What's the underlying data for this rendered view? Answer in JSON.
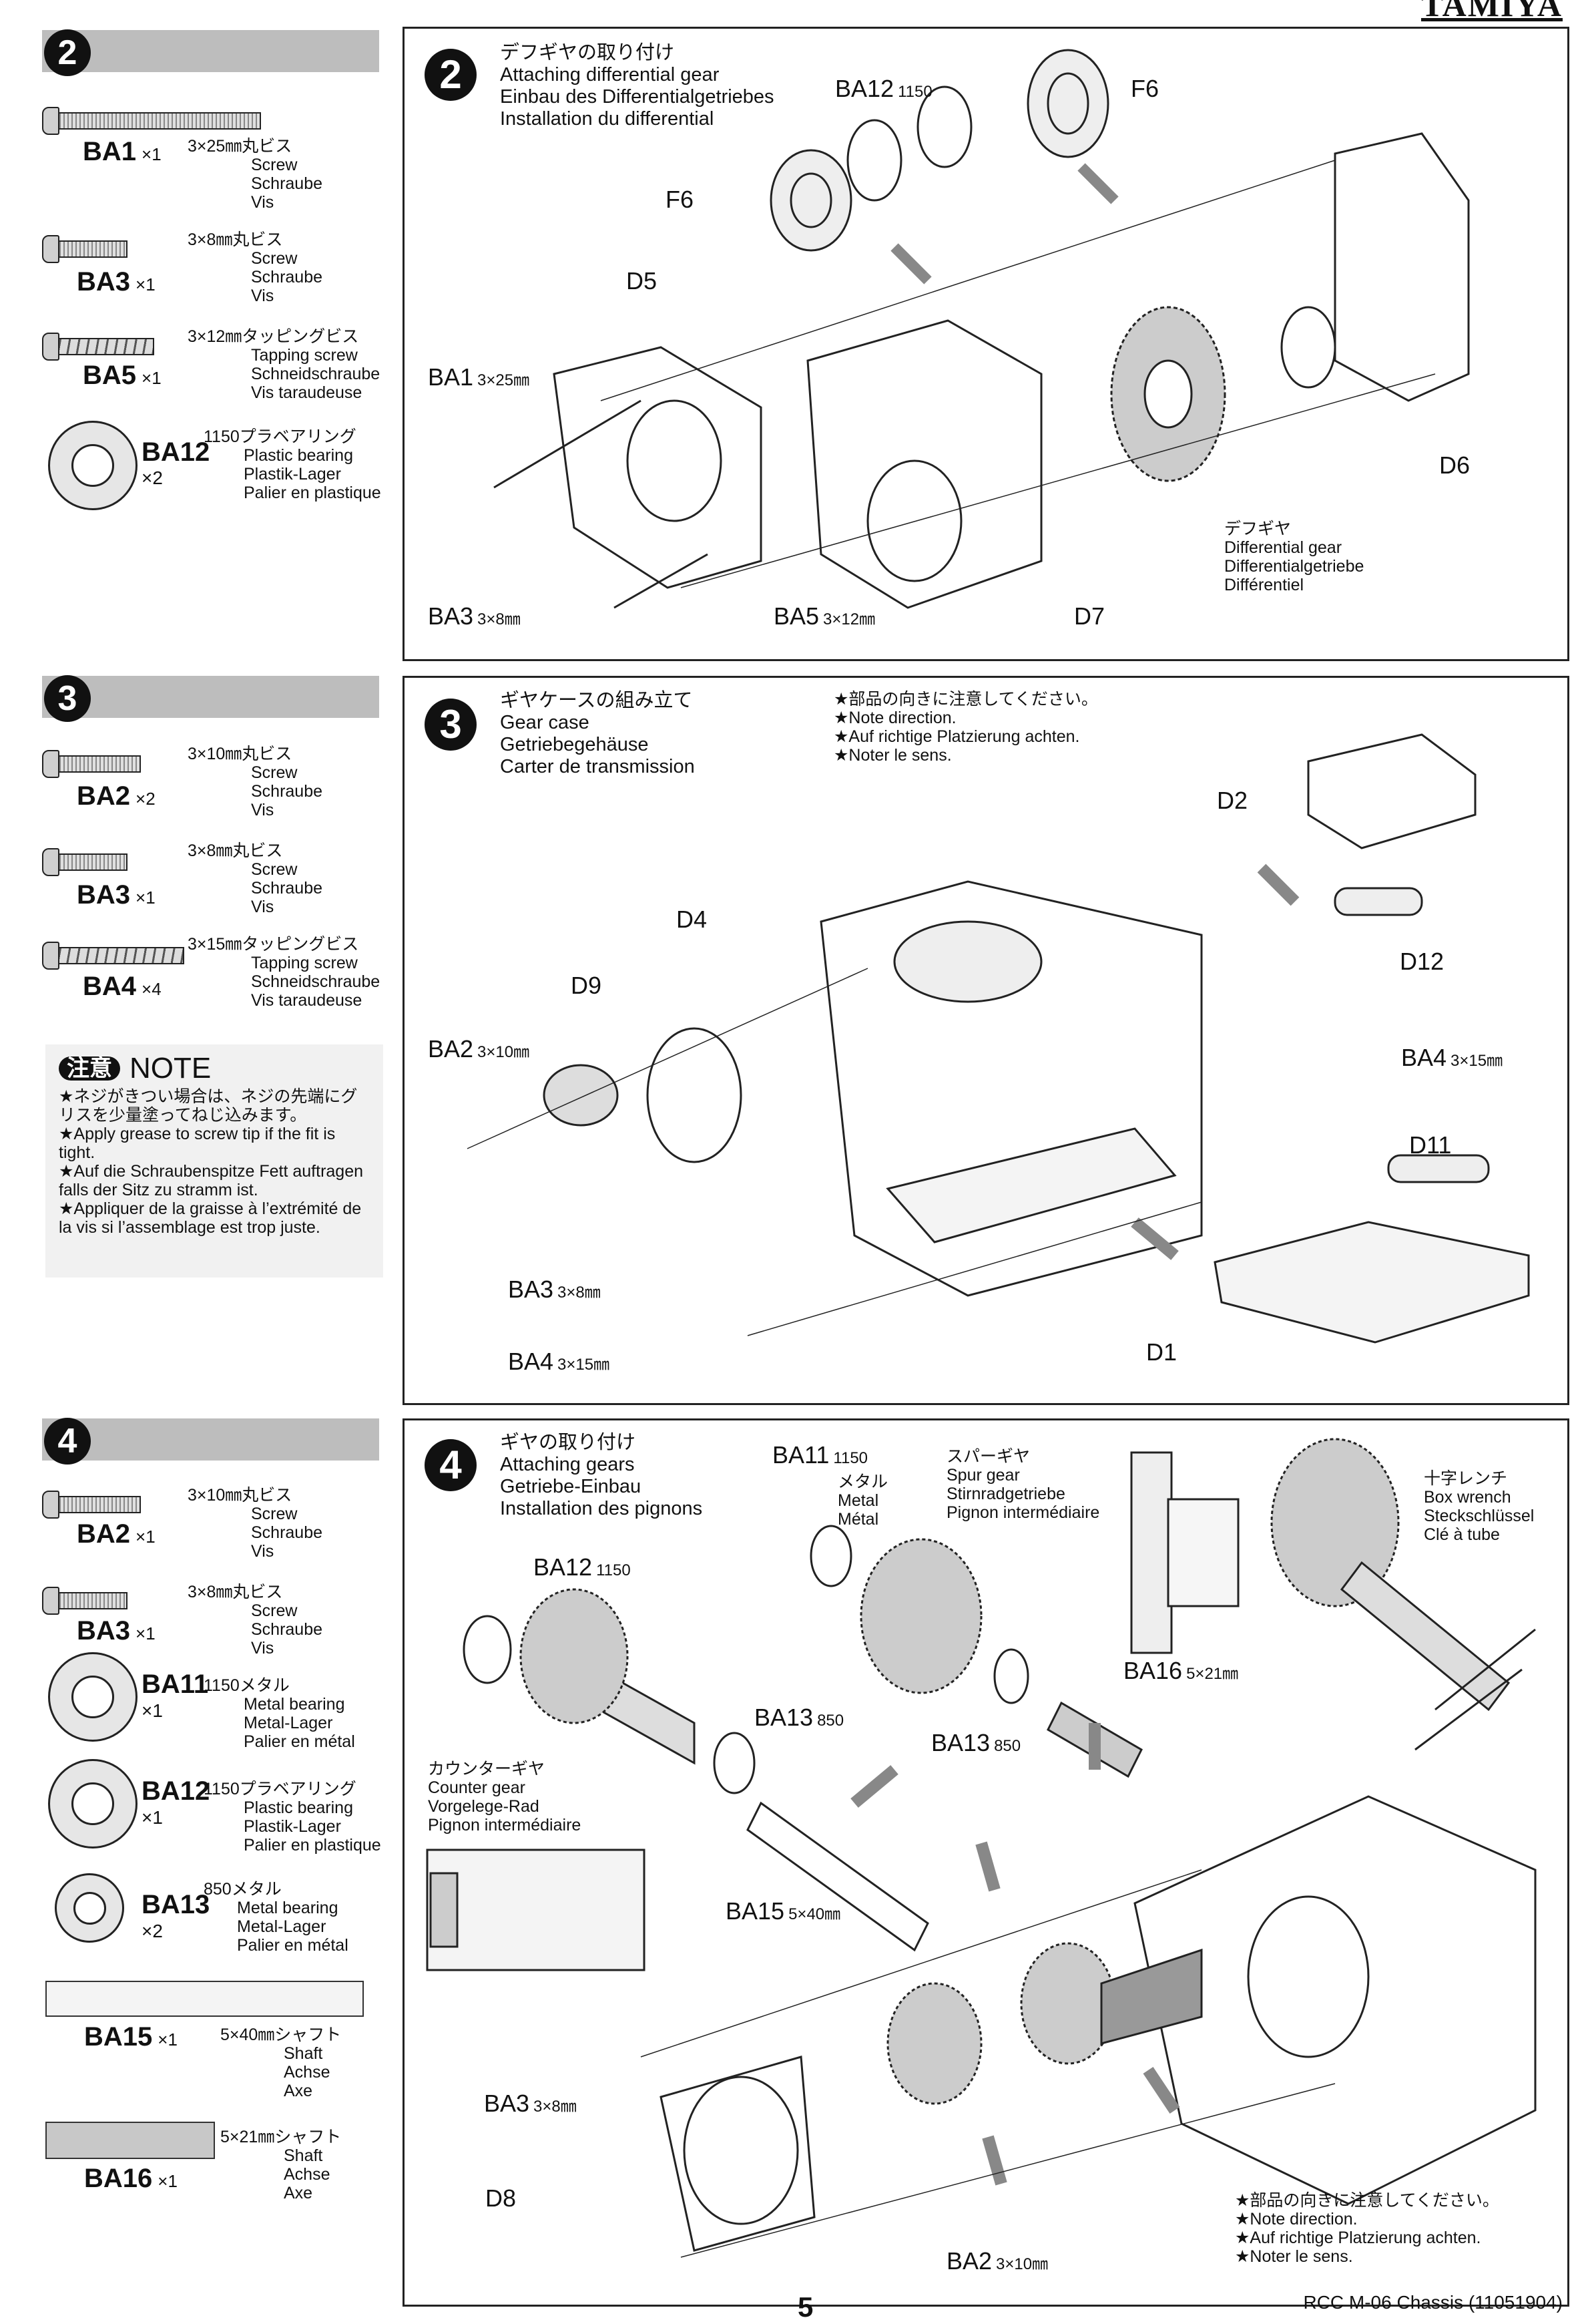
{
  "brand": "TAMIYA",
  "page_number": "5",
  "footer": "RCC M-06 Chassis (11051904)",
  "desc": {
    "screw": [
      "Screw",
      "Schraube",
      "Vis"
    ],
    "tapping": [
      "Tapping screw",
      "Schneidschraube",
      "Vis taraudeuse"
    ],
    "plastic": [
      "Plastic bearing",
      "Plastik-Lager",
      "Palier en plastique"
    ],
    "metal": [
      "Metal bearing",
      "Metal-Lager",
      "Palier en métal"
    ],
    "shaft": [
      "Shaft",
      "Achse",
      "Axe"
    ]
  },
  "parts": {
    "s2": [
      {
        "id": "BA1",
        "qty": "×1",
        "spec": "3×25㎜丸ビス"
      },
      {
        "id": "BA3",
        "qty": "×1",
        "spec": "3×8㎜丸ビス"
      },
      {
        "id": "BA5",
        "qty": "×1",
        "spec": "3×12㎜タッピングビス"
      },
      {
        "id": "BA12",
        "qty": "×2",
        "spec": "1150プラベアリング"
      }
    ],
    "s3": [
      {
        "id": "BA2",
        "qty": "×2",
        "spec": "3×10㎜丸ビス"
      },
      {
        "id": "BA3",
        "qty": "×1",
        "spec": "3×8㎜丸ビス"
      },
      {
        "id": "BA4",
        "qty": "×4",
        "spec": "3×15㎜タッピングビス"
      }
    ],
    "s4": [
      {
        "id": "BA2",
        "qty": "×1",
        "spec": "3×10㎜丸ビス"
      },
      {
        "id": "BA3",
        "qty": "×1",
        "spec": "3×8㎜丸ビス"
      },
      {
        "id": "BA11",
        "qty": "×1",
        "spec": "1150メタル"
      },
      {
        "id": "BA12",
        "qty": "×1",
        "spec": "1150プラベアリング"
      },
      {
        "id": "BA13",
        "qty": "×2",
        "spec": "850メタル"
      },
      {
        "id": "BA15",
        "qty": "×1",
        "spec": "5×40㎜シャフト"
      },
      {
        "id": "BA16",
        "qty": "×1",
        "spec": "5×21㎜シャフト"
      }
    ]
  },
  "note": {
    "badge": "注意",
    "title": "NOTE",
    "lines": [
      "★ネジがきつい場合は、ネジの先端にグリスを少量塗ってねじ込みます。",
      "★Apply grease to screw tip if the fit is tight.",
      "★Auf die Schraubenspitze Fett auftragen falls der Sitz zu stramm ist.",
      "★Appliquer de la graisse à l’extrémité de la vis si l’assemblage est trop juste."
    ]
  },
  "steps": [
    {
      "number": "2",
      "title": [
        "デフギヤの取り付け",
        "Attaching differential gear",
        "Einbau des Differentialgetriebes",
        "Installation du differential"
      ],
      "labels": {
        "ba12": "BA12",
        "ba12s": "1150",
        "f6a": "F6",
        "f6b": "F6",
        "d5": "D5",
        "ba1": "BA1",
        "ba1s": "3×25㎜",
        "d6": "D6",
        "ba3": "BA3",
        "ba3s": "3×8㎜",
        "ba5": "BA5",
        "ba5s": "3×12㎜",
        "d7": "D7"
      },
      "diff_gear": [
        "デフギヤ",
        "Differential gear",
        "Differentialgetriebe",
        "Différentiel"
      ]
    },
    {
      "number": "3",
      "title": [
        "ギヤケースの組み立て",
        "Gear case",
        "Getriebegehäuse",
        "Carter de transmission"
      ],
      "note": [
        "★部品の向きに注意してください。",
        "★Note direction.",
        "★Auf richtige Platzierung achten.",
        "★Noter le sens."
      ],
      "labels": {
        "d2": "D2",
        "d4": "D4",
        "d9": "D9",
        "d12": "D12",
        "ba2": "BA2",
        "ba2s": "3×10㎜",
        "ba4a": "BA4",
        "ba4as": "3×15㎜",
        "d11": "D11",
        "ba3": "BA3",
        "ba3s": "3×8㎜",
        "d1": "D1",
        "ba4b": "BA4",
        "ba4bs": "3×15㎜"
      }
    },
    {
      "number": "4",
      "title": [
        "ギヤの取り付け",
        "Attaching gears",
        "Getriebe-Einbau",
        "Installation des pignons"
      ],
      "ba11": [
        "BA11",
        "1150",
        "メタル",
        "Metal",
        "Métal"
      ],
      "spur_gear": [
        "スパーギヤ",
        "Spur gear",
        "Stirnradgetriebe",
        "Pignon intermédiaire"
      ],
      "box_wrench": [
        "十字レンチ",
        "Box wrench",
        "Steckschlüssel",
        "Clé à tube"
      ],
      "counter_gear": [
        "カウンターギヤ",
        "Counter gear",
        "Vorgelege-Rad",
        "Pignon intermédiaire"
      ],
      "note": [
        "★部品の向きに注意してください。",
        "★Note direction.",
        "★Auf richtige Platzierung achten.",
        "★Noter le sens."
      ],
      "labels": {
        "ba12": "BA12",
        "ba12s": "1150",
        "ba16": "BA16",
        "ba16s": "5×21㎜",
        "ba13a": "BA13",
        "ba13as": "850",
        "ba13b": "BA13",
        "ba13bs": "850",
        "ba15": "BA15",
        "ba15s": "5×40㎜",
        "ba3": "BA3",
        "ba3s": "3×8㎜",
        "d8": "D8",
        "ba2": "BA2",
        "ba2s": "3×10㎜"
      }
    }
  ]
}
